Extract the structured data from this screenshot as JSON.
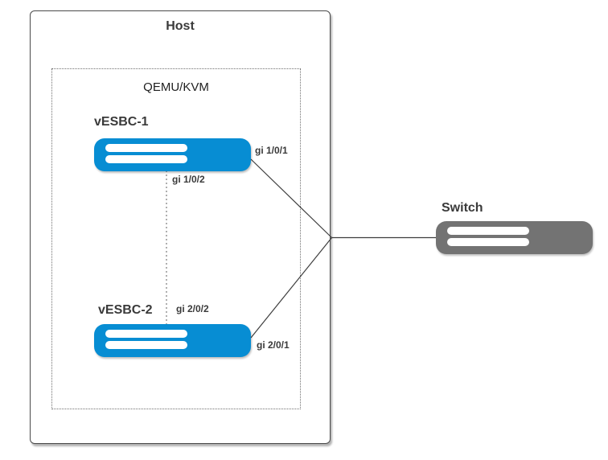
{
  "diagram": {
    "host_label": "Host",
    "hypervisor_label": "QEMU/KVM",
    "devices": {
      "vesbc1_label": "vESBC-1",
      "vesbc2_label": "vESBC-2",
      "switch_label": "Switch"
    },
    "ports": {
      "vesbc1_uplink": "gi 1/0/1",
      "vesbc1_crosslink": "gi 1/0/2",
      "vesbc2_crosslink": "gi 2/0/2",
      "vesbc2_uplink": "gi 2/0/1"
    },
    "colors": {
      "vesbc_fill": "#078dd3",
      "switch_fill": "#737373",
      "connector_line": "#3d3d3d",
      "box_border": "#4a4a4a",
      "label_text": "#3a3a3a"
    }
  }
}
